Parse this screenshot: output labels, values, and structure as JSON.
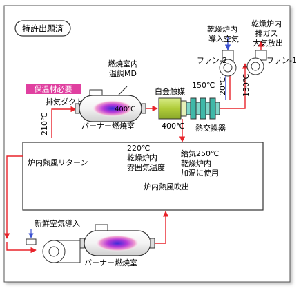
{
  "title_badge": "特許出願済",
  "labels": {
    "exhaust_upper": "乾燥炉内",
    "exhaust_mid": "排ガス",
    "exhaust_lower": "大気放出",
    "intake_upper": "乾燥炉内",
    "intake_lower": "導入空気",
    "fan2": "ファン-2",
    "fan1": "ファン-1",
    "md_upper": "燃焼室内",
    "md_lower": "温調MD",
    "insulation": "保温材必要",
    "exhaust_duct": "排気ダクト",
    "burner_top": "バーナー燃焼室",
    "burner_bottom": "バーナー燃焼室",
    "catalyst": "白金触媒",
    "heat_exchanger": "熱交換器",
    "return_air": "炉内熱風リターン",
    "fresh_air": "新鮮空気導入",
    "blow_out": "炉内熱風吹出",
    "ambient_1": "220℃",
    "ambient_2": "乾燥炉内",
    "ambient_3": "雰囲気温度",
    "supply_1": "給気250℃",
    "supply_2": "乾燥炉内",
    "supply_3": "加温に使用"
  },
  "temperatures": {
    "burner": "400℃",
    "catalyst_out": "400℃",
    "hx": "150℃",
    "intake": "20℃",
    "exhaust": "130℃",
    "return": "210℃"
  },
  "colors": {
    "pipe": "#e8232a",
    "intake_pipe": "#3a50d0",
    "insulation_badge": "#e040a0",
    "catalyst": "#b8d44a",
    "heat_exchanger": "#3fb8a8"
  }
}
